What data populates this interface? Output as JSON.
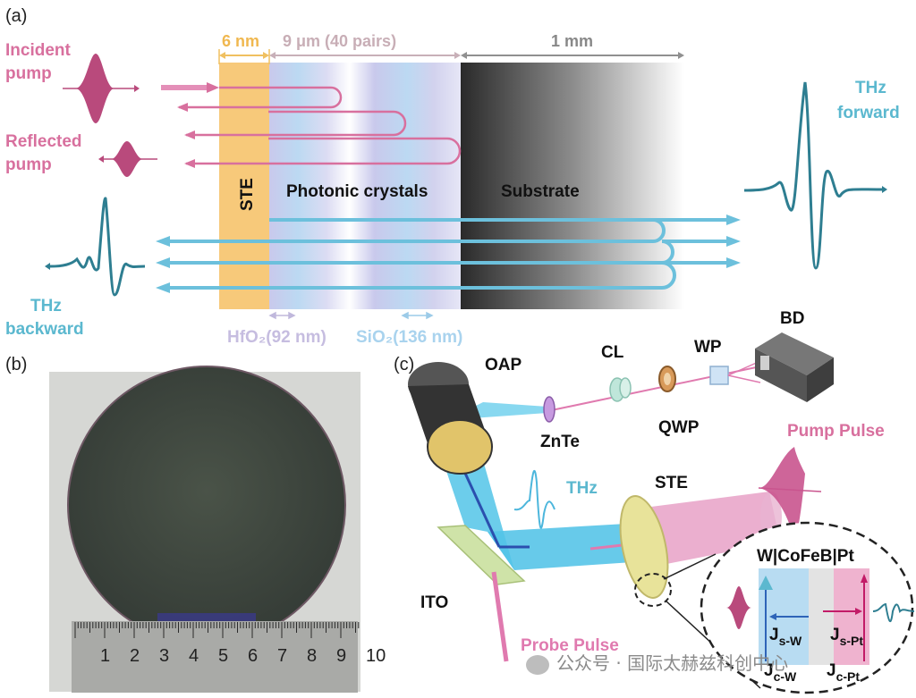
{
  "panels": {
    "a": "(a)",
    "b": "(b)",
    "c": "(c)"
  },
  "panel_a": {
    "dim_ste": "6 nm",
    "dim_pc": "9 μm (40 pairs)",
    "dim_sub": "1 mm",
    "incident_pump": [
      "Incident",
      "pump"
    ],
    "reflected_pump": [
      "Reflected",
      "pump"
    ],
    "ste": "STE",
    "photonic_crystals": "Photonic crystals",
    "substrate": "Substrate",
    "thz_forward": [
      "THz",
      "forward"
    ],
    "thz_backward": [
      "THz",
      "backward"
    ],
    "hfo2": "HfO₂(92 nm)",
    "sio2": "SiO₂(136 nm)"
  },
  "panel_b": {
    "ruler_numbers": [
      "1",
      "2",
      "3",
      "4",
      "5",
      "6",
      "7",
      "8",
      "9",
      "10"
    ]
  },
  "panel_c": {
    "oap": "OAP",
    "cl": "CL",
    "wp": "WP",
    "bd": "BD",
    "znte": "ZnTe",
    "qwp": "QWP",
    "pump_pulse": "Pump Pulse",
    "thz": "THz",
    "ste": "STE",
    "ito": "ITO",
    "probe_pulse": "Probe Pulse",
    "inset_title": "W|CoFeB|Pt",
    "j_sw": "J",
    "j_sw_sub": "s-W",
    "j_spt": "J",
    "j_spt_sub": "s-Pt",
    "j_cw": "J",
    "j_cw_sub": "c-W",
    "j_cpt": "J",
    "j_cpt_sub": "c-Pt"
  },
  "watermark": "公众号 · 国际太赫兹科创中心",
  "colors": {
    "pump": "#d8709e",
    "thz": "#5bb8cf",
    "ste_orange": "#f7c97a",
    "hfo2": "#c9c9ec",
    "sio2": "#bcd9f2",
    "ito_green": "#cfe3a8"
  }
}
